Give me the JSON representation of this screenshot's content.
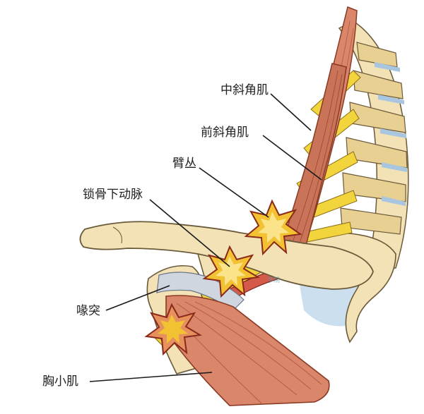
{
  "labels": {
    "middle_scalene": "中斜角肌",
    "anterior_scalene": "前斜角肌",
    "brachial_plexus": "臂丛",
    "subclavian_artery": "锁骨下动脉",
    "coracoid_process": "喙突",
    "pectoralis_minor": "胸小肌"
  },
  "colors": {
    "muscle": "#d9866a",
    "muscle_dark": "#b5573f",
    "bone": "#f3e2b6",
    "bone_shade": "#e3c98a",
    "nerve": "#f2d53c",
    "compression_star": "#f2c232",
    "compression_star_outline": "#8a2a1a",
    "tendon": "#cfd6e0",
    "lung": "#bfd7ea"
  },
  "compression_sites": [
    "interscalene",
    "costoclavicular",
    "subcoracoid"
  ],
  "watermark": "学院"
}
